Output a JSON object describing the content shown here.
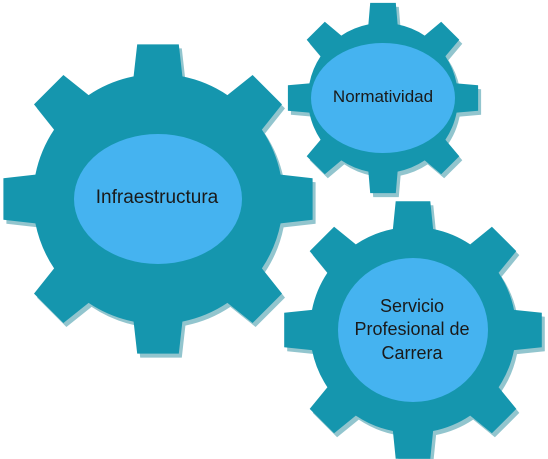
{
  "colors": {
    "gear_body": "#1596AE",
    "gear_shadow": "#0E7F93",
    "gear_center": "#45B3F0",
    "label_text": "#1a1a1a",
    "background": "#ffffff"
  },
  "gears": [
    {
      "name": "gear-infraestructura",
      "label": "Infraestructura"
    },
    {
      "name": "gear-normatividad",
      "label": "Normatividad"
    },
    {
      "name": "gear-servicio",
      "label": "Servicio Profesional de Carrera"
    }
  ]
}
